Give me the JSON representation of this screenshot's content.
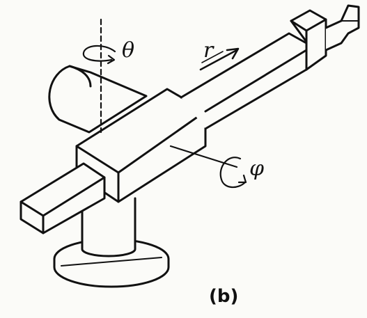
{
  "labels": {
    "theta": "θ",
    "r": "r",
    "phi": "φ",
    "caption": "(b)"
  },
  "colors": {
    "ink": "#111111",
    "paper": "#fbfbf8"
  }
}
